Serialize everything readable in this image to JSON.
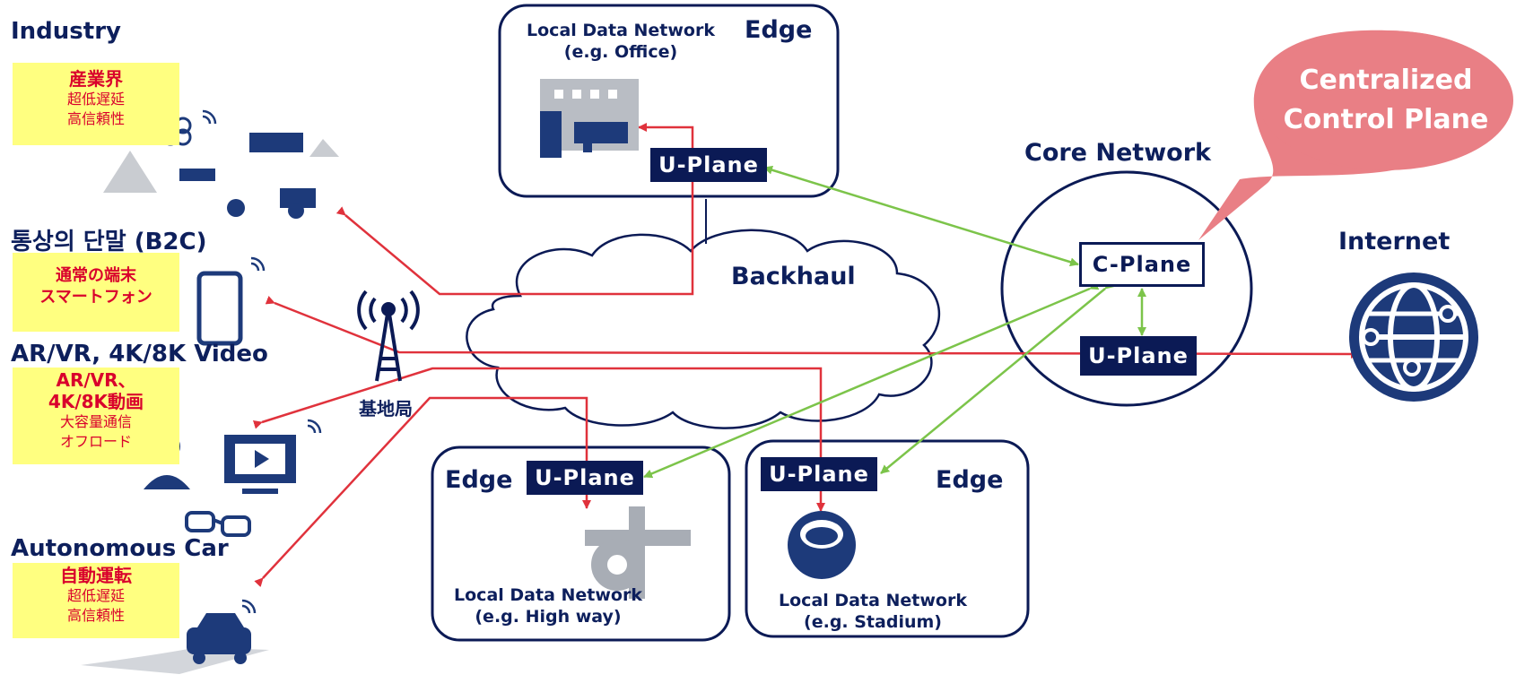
{
  "left_categories": [
    {
      "heading": "Industry",
      "jp_title": "産業界",
      "jp_lines": [
        "超低遅延",
        "高信頼性"
      ]
    },
    {
      "heading": "통상의 단말 (B2C)",
      "jp_title": "",
      "jp_lines": [
        "通常の端末",
        "スマートフォン"
      ]
    },
    {
      "heading": "AR/VR, 4K/8K Video",
      "jp_title": "AR/VR、",
      "jp_title2": "4K/8K動画",
      "jp_lines": [
        "大容量通信",
        "オフロード"
      ]
    },
    {
      "heading": "Autonomous Car",
      "jp_title": "自動運転",
      "jp_lines": [
        "超低遅延",
        "高信頼性"
      ]
    }
  ],
  "base_station": "基地局",
  "backhaul": "Backhaul",
  "edge_label": "Edge",
  "edge_office": {
    "ldn_line1": "Local Data Network",
    "ldn_line2": "(e.g. Office)",
    "plane": "U-Plane"
  },
  "edge_highway": {
    "ldn_line1": "Local Data Network",
    "ldn_line2": "(e.g. High way)",
    "plane": "U-Plane"
  },
  "edge_stadium": {
    "ldn_line1": "Local Data Network",
    "ldn_line2": "(e.g. Stadium)",
    "plane": "U-Plane"
  },
  "core": {
    "title": "Core Network",
    "c_plane": "C-Plane",
    "u_plane": "U-Plane"
  },
  "bubble": {
    "line1": "Centralized",
    "line2": "Control Plane"
  },
  "internet": "Internet",
  "colors": {
    "navy": "#0b1a55",
    "red_flow": "#e0323c",
    "green_flow": "#7cc44a",
    "bubble": "#e97f85",
    "jp_bg": "#ffff80"
  }
}
